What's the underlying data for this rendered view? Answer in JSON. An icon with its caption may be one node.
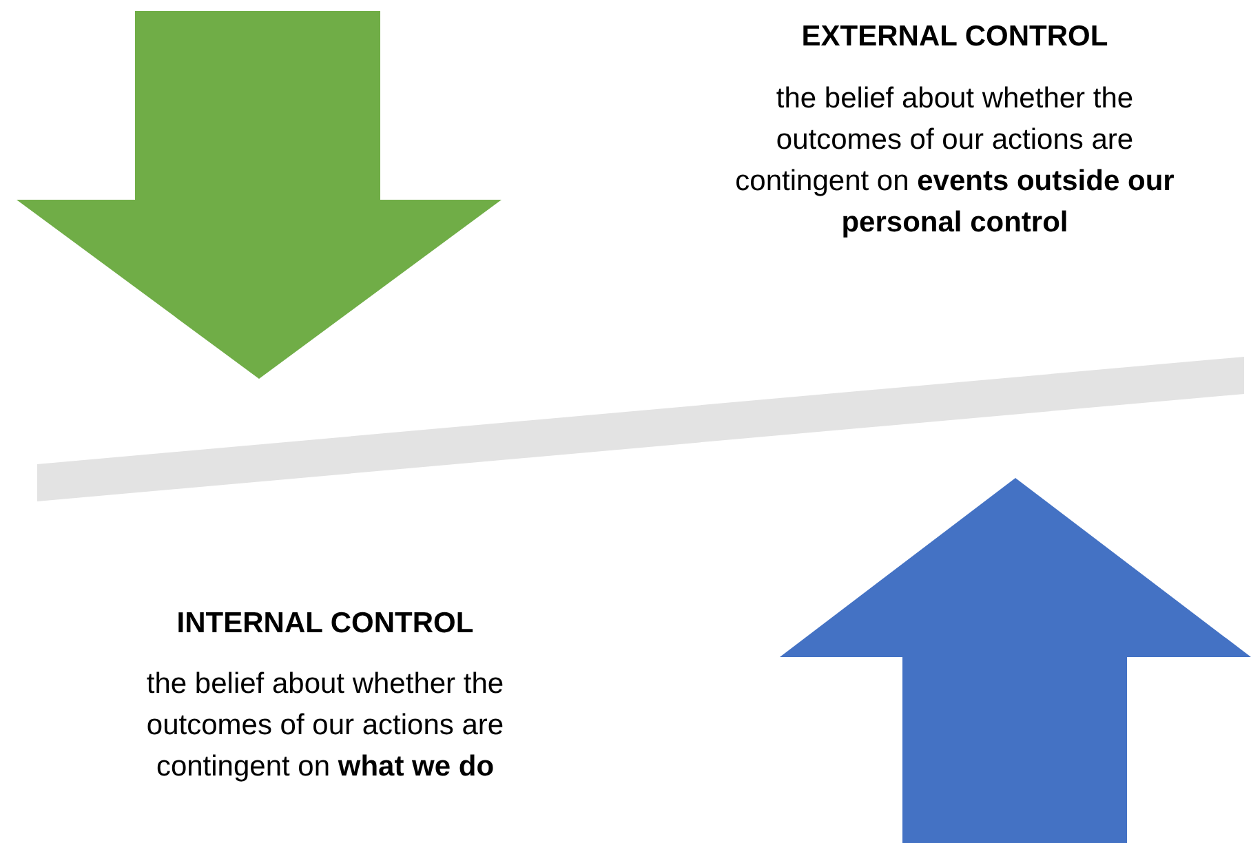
{
  "diagram": {
    "labels": [
      "EXTERNAL CONTROL",
      "the belief about whether the outcomes of our actions are contingent on **events outside our personal control**",
      "INTERNAL CONTROL",
      "the belief about whether the outcomes of our actions are contingent on **what we do**"
    ]
  }
}
